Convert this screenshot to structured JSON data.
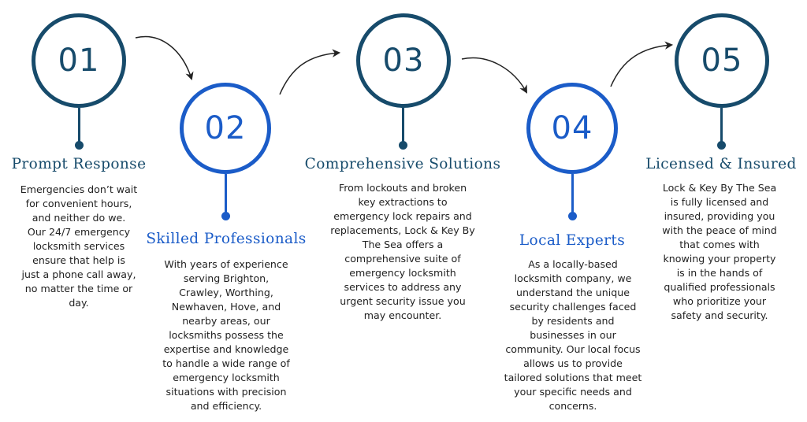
{
  "colors": {
    "dark": "#174b6b",
    "blue": "#1b5cc8",
    "text": "#222222",
    "arrow": "#222222"
  },
  "steps": [
    {
      "number": "01",
      "title": "Prompt Response",
      "lines": [
        "Emergencies don’t wait",
        "for convenient hours,",
        "and neither do we.",
        "Our 24/7 emergency",
        "locksmith services",
        "ensure that help is",
        "just a phone call away,",
        "no matter the time or",
        "day."
      ]
    },
    {
      "number": "02",
      "title": "Skilled Professionals",
      "lines": [
        "With years of experience",
        "serving Brighton,",
        "Crawley, Worthing,",
        "Newhaven, Hove, and",
        "nearby areas, our",
        "locksmiths possess the",
        "expertise and knowledge",
        "to handle a wide range of",
        "emergency locksmith",
        "situations with precision",
        "and efficiency."
      ]
    },
    {
      "number": "03",
      "title": "Comprehensive Solutions",
      "lines": [
        "From lockouts and broken",
        "key extractions to",
        "emergency lock repairs and",
        "replacements, Lock & Key By",
        "The Sea offers a",
        "comprehensive suite of",
        "emergency locksmith",
        "services to address any",
        "urgent security issue you",
        "may encounter."
      ]
    },
    {
      "number": "04",
      "title": "Local Experts",
      "lines": [
        "As a locally-based",
        "locksmith company, we",
        "understand the unique",
        "security challenges faced",
        "by residents and",
        "businesses in our",
        "community. Our local focus",
        "allows us to provide",
        "tailored solutions that meet",
        "your specific needs and",
        "concerns."
      ]
    },
    {
      "number": "05",
      "title": "Licensed & Insured",
      "lines": [
        "Lock & Key By The Sea",
        "is fully licensed and",
        "insured, providing you",
        "with the peace of mind",
        "that comes with",
        "knowing your property",
        "is in the hands of",
        "qualified professionals",
        "who prioritize your",
        "safety and security."
      ]
    }
  ]
}
